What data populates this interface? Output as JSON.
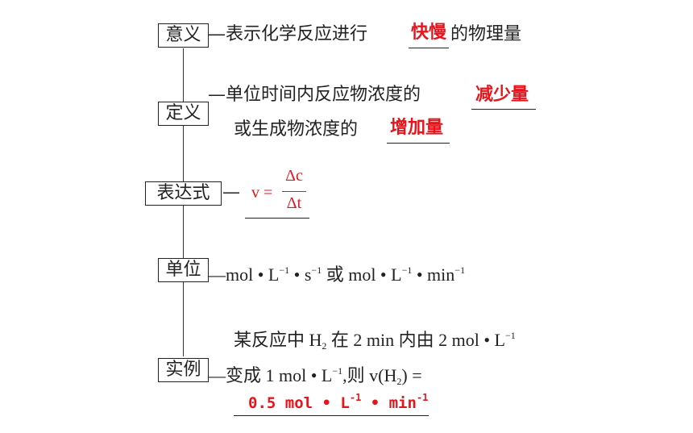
{
  "meaning": {
    "label": "意义",
    "prefix": "—表示化学反应进行",
    "answer": "快慢",
    "suffix": "的物理量"
  },
  "definition": {
    "label": "定义",
    "line1_prefix": "—单位时间内反应物浓度的",
    "line1_answer": "减少量",
    "line2_prefix": "或生成物浓度的",
    "line2_answer": "增加量"
  },
  "expression": {
    "label": "表达式",
    "dash": "—",
    "lhs": "v =",
    "numerator": "Δc",
    "denominator": "Δt"
  },
  "unit": {
    "label": "单位",
    "text_a": "—mol • L",
    "exp_a": "−1",
    "text_b": " • s",
    "exp_b": "−1",
    "text_c": " 或 mol • L",
    "exp_c": "−1",
    "text_d": " • min",
    "exp_d": "−1"
  },
  "example": {
    "label": "实例",
    "line1_a": "某反应中 H",
    "line1_sub": "2",
    "line1_b": " 在 2 min 内由 2 mol • L",
    "line1_exp": "−1",
    "line2_a": "—变成 1 mol • L",
    "line2_exp": "−1",
    "line2_b": ",则 v(H",
    "line2_sub": "2",
    "line2_c": ") =",
    "answer_a": "0.5 mol • L",
    "answer_exp1": "-1",
    "answer_b": " • min",
    "answer_exp2": "-1"
  }
}
